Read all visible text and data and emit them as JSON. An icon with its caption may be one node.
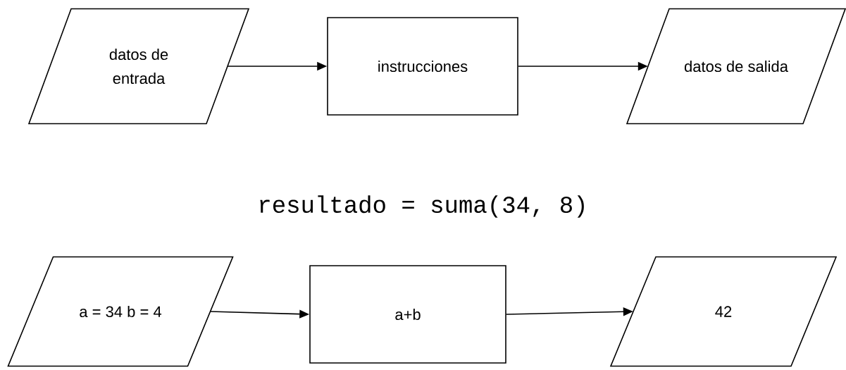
{
  "diagram": {
    "nodes": [
      {
        "text": [
          "datos de entrada"
        ]
      },
      {
        "text": [
          "instrucciones"
        ]
      },
      {
        "text": [
          "datos de salida"
        ]
      },
      {
        "text": [
          "a = 34 b = 4"
        ]
      },
      {
        "text": [
          "a+b"
        ]
      },
      {
        "text": [
          "42"
        ]
      }
    ],
    "edges": [
      {
        "from": 0,
        "to": 1,
        "arrow": "to"
      },
      {
        "from": 1,
        "to": 2,
        "arrow": "to"
      },
      {
        "from": 3,
        "to": 4,
        "arrow": "to"
      },
      {
        "from": 4,
        "to": 5,
        "arrow": "to"
      }
    ],
    "labels": [
      "resultado = suma(34, 8)"
    ]
  }
}
